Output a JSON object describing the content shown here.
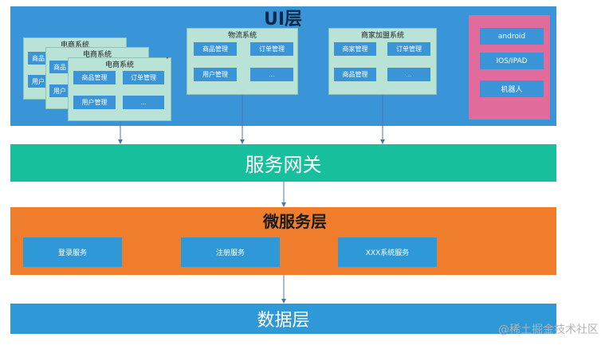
{
  "ui_layer": {
    "title": "UI层"
  },
  "ecommerce_stack": {
    "title": "电商系统",
    "chips_back": [
      "商品",
      "用户"
    ],
    "chips_front": [
      "商品管理",
      "订单管理",
      "用户管理",
      "..."
    ]
  },
  "logistics": {
    "title": "物流系统",
    "chips": [
      "商品管理",
      "订单管理",
      "用户管理",
      "..."
    ]
  },
  "merchant_join": {
    "title": "商家加盟系统",
    "chips": [
      "商家管理",
      "订单管理",
      "商品管理",
      "..."
    ]
  },
  "devices": [
    "android",
    "IOS/IPAD",
    "机器人"
  ],
  "gateway": {
    "label": "服务网关"
  },
  "micro_layer": {
    "title": "微服务层",
    "services": [
      "登录服务",
      "注册服务",
      "XXX系统服务"
    ]
  },
  "data_layer": {
    "label": "数据层"
  },
  "watermark": "@稀土掘金技术社区",
  "colors": {
    "ui_layer": "#3a95d8",
    "card": "#b9e3d7",
    "device_panel": "#e16c9c",
    "gateway": "#17bf9c",
    "micro_layer": "#ef7d2c",
    "data_layer": "#2f98d6"
  }
}
